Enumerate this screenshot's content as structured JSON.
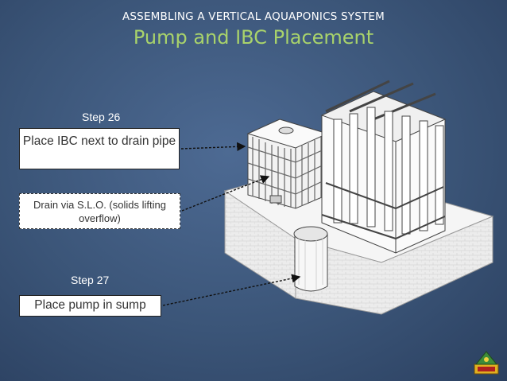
{
  "header": {
    "kicker": "ASSEMBLING A VERTICAL AQUAPONICS SYSTEM",
    "title": "Pump and IBC Placement"
  },
  "steps": {
    "step26": {
      "label": "Step 26",
      "text": "Place IBC next to drain pipe"
    },
    "drain_note": {
      "text": "Drain via S.L.O. (solids lifting overflow)"
    },
    "step27": {
      "label": "Step 27",
      "text": "Place pump in sump"
    }
  },
  "illustration": {
    "icon": "aquaponics-assembly-illustration"
  },
  "logo": {
    "icon": "organization-logo-icon"
  },
  "colors": {
    "background": "#3b5578",
    "title": "#a9d36b",
    "kicker": "#ffffff",
    "box_fill": "#ffffff"
  }
}
